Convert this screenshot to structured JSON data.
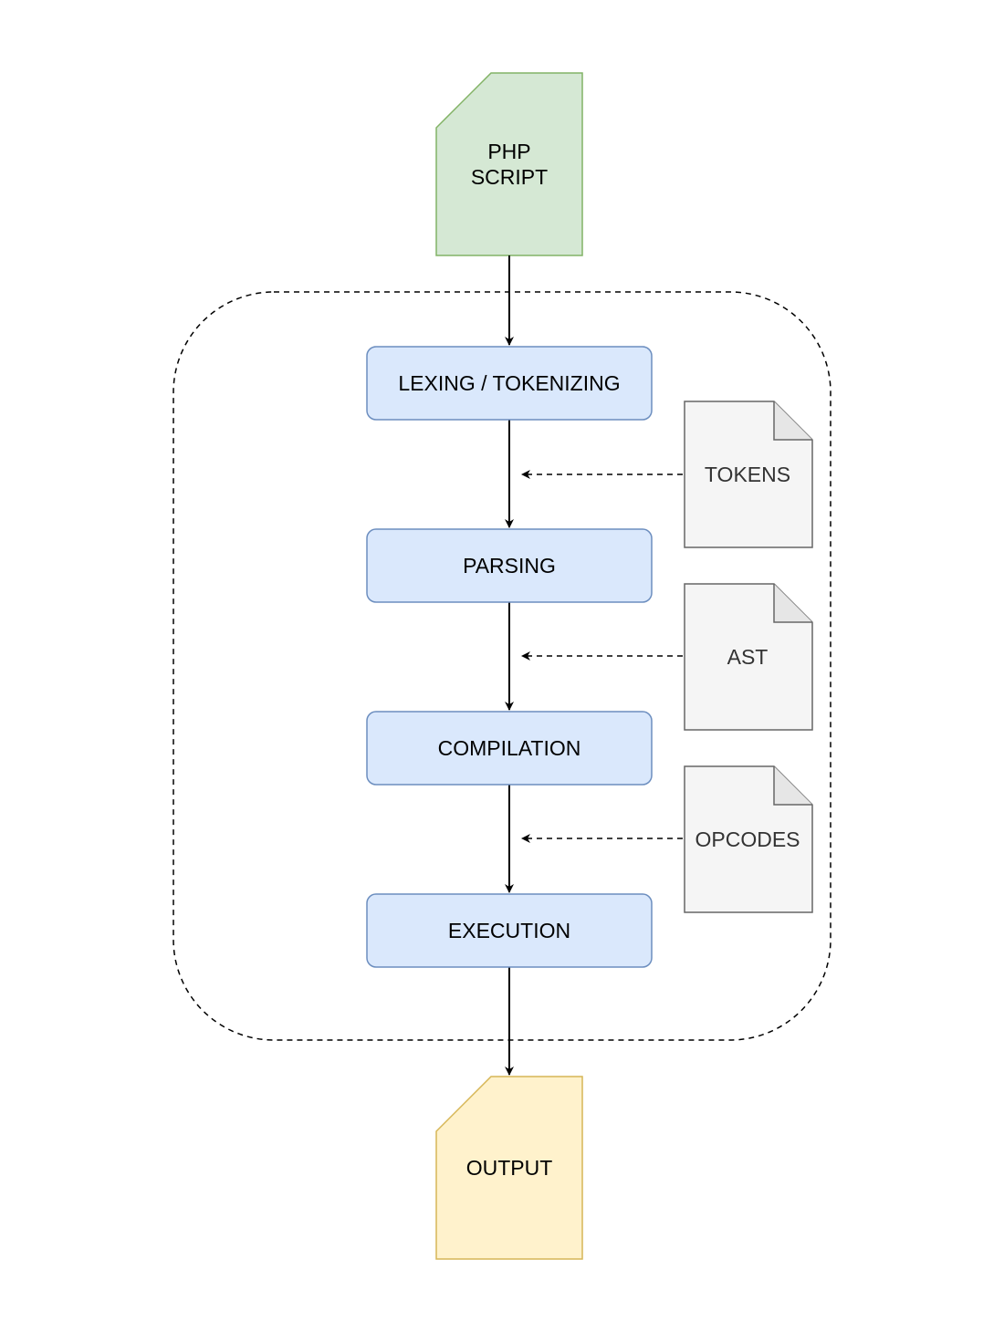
{
  "input": {
    "line1": "PHP",
    "line2": "SCRIPT"
  },
  "stages": [
    {
      "label": "LEXING / TOKENIZING"
    },
    {
      "label": "PARSING"
    },
    {
      "label": "COMPILATION"
    },
    {
      "label": "EXECUTION"
    }
  ],
  "artifacts": [
    {
      "label": "TOKENS"
    },
    {
      "label": "AST"
    },
    {
      "label": "OPCODES"
    }
  ],
  "output": {
    "label": "OUTPUT"
  },
  "colors": {
    "input_fill": "#d5e8d4",
    "input_stroke": "#82b366",
    "stage_fill": "#dae8fc",
    "stage_stroke": "#6c8ebf",
    "artifact_fill": "#f5f5f5",
    "artifact_stroke": "#666666",
    "output_fill": "#fff2cc",
    "output_stroke": "#d6b656"
  }
}
